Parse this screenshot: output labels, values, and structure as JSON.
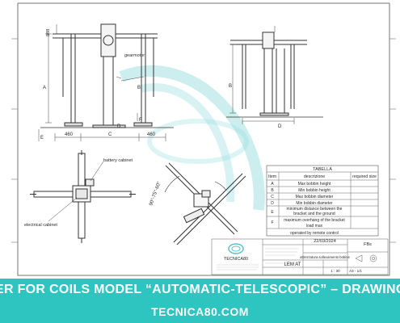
{
  "caption": {
    "title": "ER FOR COILS MODEL “AUTOMATIC-TELESCOPIC” – DRAWING TO FILL",
    "site": "TECNICA80.COM"
  },
  "front_view": {
    "gearmotor": "gearmotor",
    "dim_top": "888",
    "dim_A": "A",
    "dim_B": "B",
    "dim_C": "C",
    "dim_D": "D",
    "dim_E": "E",
    "dim_F": "F",
    "dim_460_left": "460",
    "dim_460_right": "460"
  },
  "side_view": {
    "dim_B": "B",
    "dim_D": "D"
  },
  "top_view": {
    "battery_cabinet": "battery cabinet",
    "electrical_cabinet": "electrical cabinet"
  },
  "rotated_view": {
    "angle_label": "90°-75°-60°"
  },
  "tabella": {
    "title": "TABELLA",
    "headers": {
      "item": "Item",
      "desc": "descrizione",
      "req": "required size"
    },
    "rows": [
      {
        "item": "A",
        "desc": "Max bobbin height"
      },
      {
        "item": "B",
        "desc": "Min bobbin height"
      },
      {
        "item": "C",
        "desc": "Max bobbin diameter"
      },
      {
        "item": "D",
        "desc": "Min bobbin diameter"
      },
      {
        "item": "E",
        "desc_1": "minimum distance between the",
        "desc_2": "bracket and the ground"
      },
      {
        "item": "F",
        "desc_1": "maximum overhang of the bracket",
        "desc_2": "load max"
      },
      {
        "item": "",
        "desc": "operated by remote control"
      }
    ]
  },
  "title_block": {
    "brand": "TECNICA80",
    "date": "22/03/2024",
    "code": "FBs",
    "product": "attrezzatura sollevamento bobine",
    "model": "LEM AT",
    "scale": "1 : 30",
    "sheet": "A3 - 1/1"
  },
  "colors": {
    "background": "#2ec4c0",
    "line": "#444444",
    "watermark": "#7fd3d6"
  }
}
